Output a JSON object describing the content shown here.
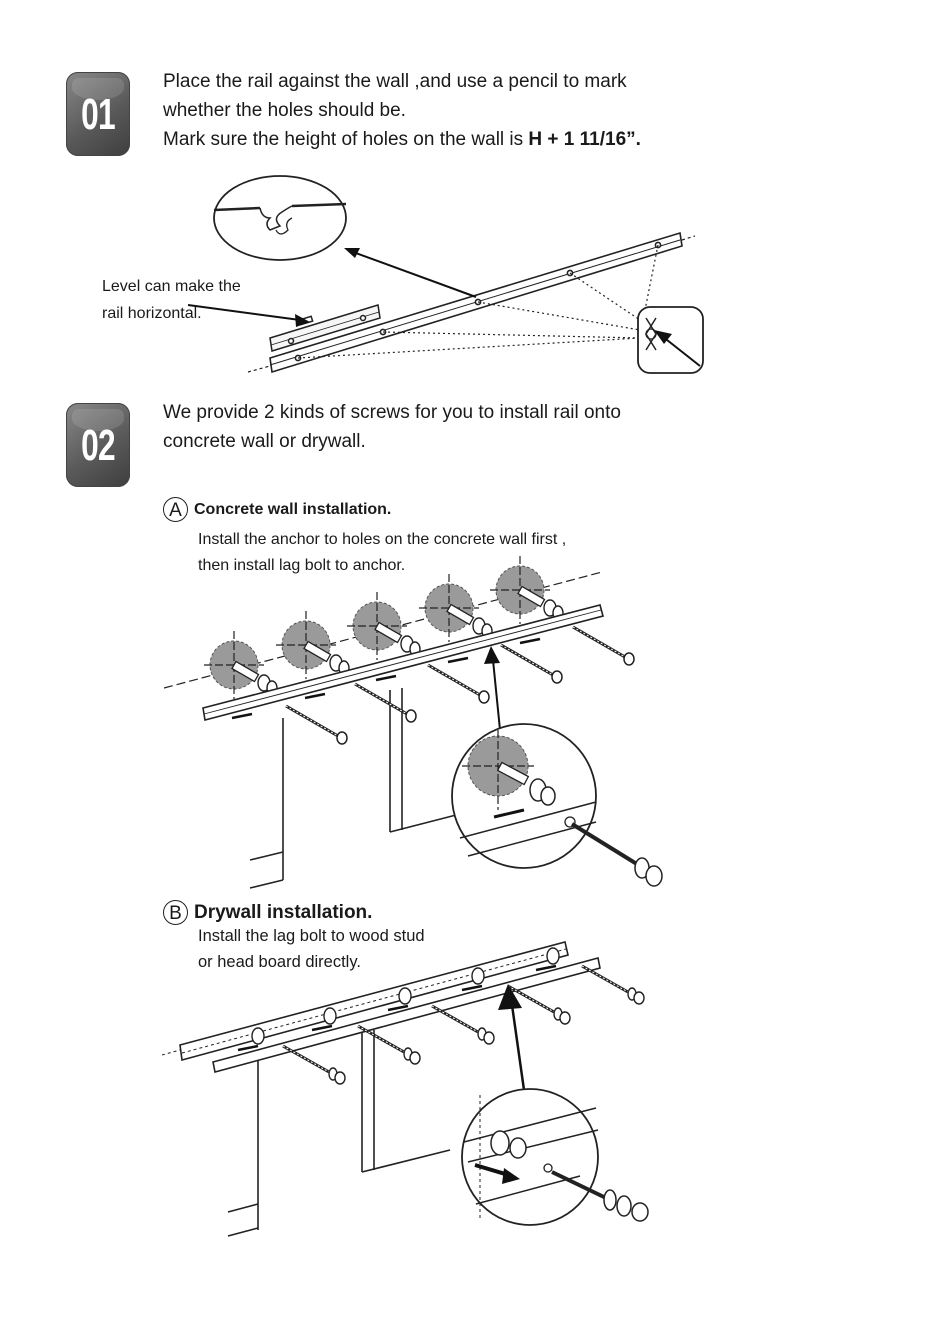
{
  "steps": [
    {
      "number": "01",
      "lines": [
        "Place the rail against the wall ,and use a pencil to mark",
        "whether the holes should be."
      ],
      "line3_prefix": "Mark sure the height of holes on the wall is ",
      "line3_bold": "H + 1 11/16”."
    },
    {
      "number": "02",
      "lines": [
        "We provide 2 kinds of screws for you to install rail onto",
        "concrete wall or drywall."
      ]
    }
  ],
  "level_label": [
    "Level can make the",
    "rail horizontal."
  ],
  "sections": {
    "a": {
      "letter": "A",
      "title": "Concrete wall installation.",
      "desc": [
        "Install the anchor to holes on the concrete wall first ,",
        "then install lag bolt to anchor."
      ]
    },
    "b": {
      "letter": "B",
      "title": "Drywall installation.",
      "desc": [
        "Install the lag bolt to wood stud",
        "or head board directly."
      ]
    }
  }
}
